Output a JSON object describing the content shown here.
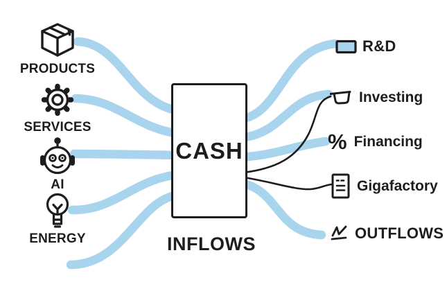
{
  "center": {
    "label": "CASH",
    "caption": "INFLOWS"
  },
  "inflow_sources": [
    {
      "label": "PRODUCTS",
      "icon": "package-icon"
    },
    {
      "label": "SERVICES",
      "icon": "gear-icon"
    },
    {
      "label": "AI",
      "icon": "robot-icon"
    },
    {
      "label": "ENERGY",
      "icon": "lightbulb-icon"
    }
  ],
  "outflow_targets": [
    {
      "label": "R&D",
      "icon": "swatch-icon"
    },
    {
      "label": "Investing",
      "icon": "cup-icon"
    },
    {
      "label": "Financing",
      "icon": "percent-icon",
      "glyph": "%"
    },
    {
      "label": "Gigafactory",
      "icon": "receipt-icon"
    },
    {
      "label": "OUTFLOWS",
      "icon": "chart-zigzag-icon"
    }
  ],
  "colors": {
    "flow_blue": "#a9d4ee",
    "ink": "#1d1d1f",
    "background": "#ffffff",
    "rnd_swatch_fill": "#a9d4ee"
  }
}
